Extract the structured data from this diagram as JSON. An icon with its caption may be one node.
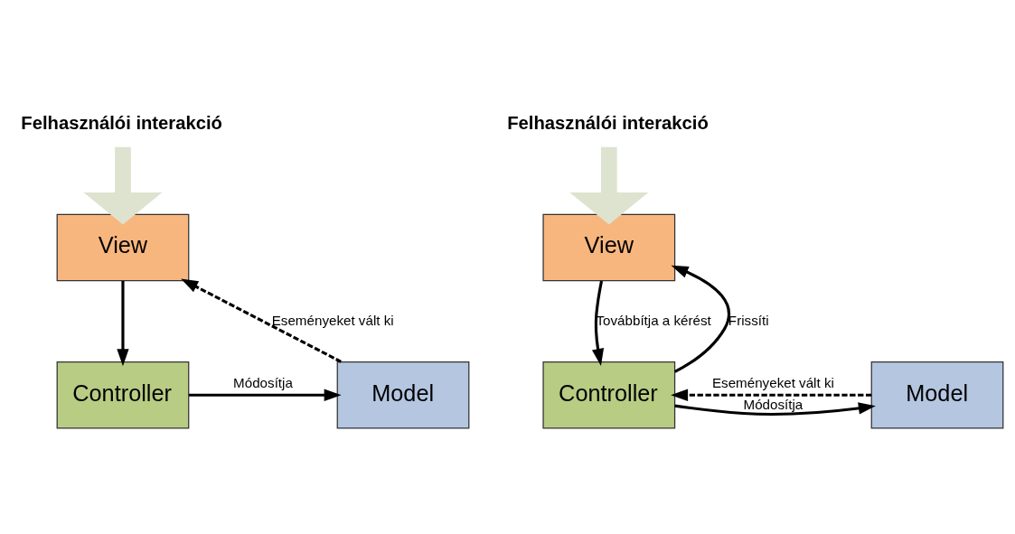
{
  "diagram": {
    "nodes": [
      {
        "text": [
          "Felhasználói interakció"
        ]
      },
      {
        "text": [
          "View"
        ]
      },
      {
        "text": [
          "Controller"
        ]
      },
      {
        "text": [
          "Model"
        ]
      },
      {
        "text": [
          "Felhasználói interakció"
        ]
      },
      {
        "text": [
          "View"
        ]
      },
      {
        "text": [
          "Controller"
        ]
      },
      {
        "text": [
          "Model"
        ]
      }
    ],
    "edges": [
      {
        "from": 0,
        "to": 1,
        "arrow": "to",
        "style": "thick",
        "color": "#dde3cf"
      },
      {
        "from": 1,
        "to": 2,
        "arrow": "to"
      },
      {
        "from": 2,
        "to": 3,
        "arrow": "to",
        "label": "Módosítja"
      },
      {
        "from": 3,
        "to": 1,
        "arrow": "to",
        "style": "dashed",
        "label": "Eseményeket vált ki"
      },
      {
        "from": 4,
        "to": 5,
        "arrow": "to",
        "style": "thick",
        "color": "#dde3cf"
      },
      {
        "from": 5,
        "to": 6,
        "arrow": "to",
        "label": "Továbbítja a kérést"
      },
      {
        "from": 6,
        "to": 5,
        "arrow": "to",
        "label": "Frissíti"
      },
      {
        "from": 6,
        "to": 7,
        "arrow": "to",
        "label": "Módosítja"
      },
      {
        "from": 7,
        "to": 6,
        "arrow": "to",
        "style": "dashed",
        "label": "Eseményeket vált ki"
      }
    ]
  }
}
